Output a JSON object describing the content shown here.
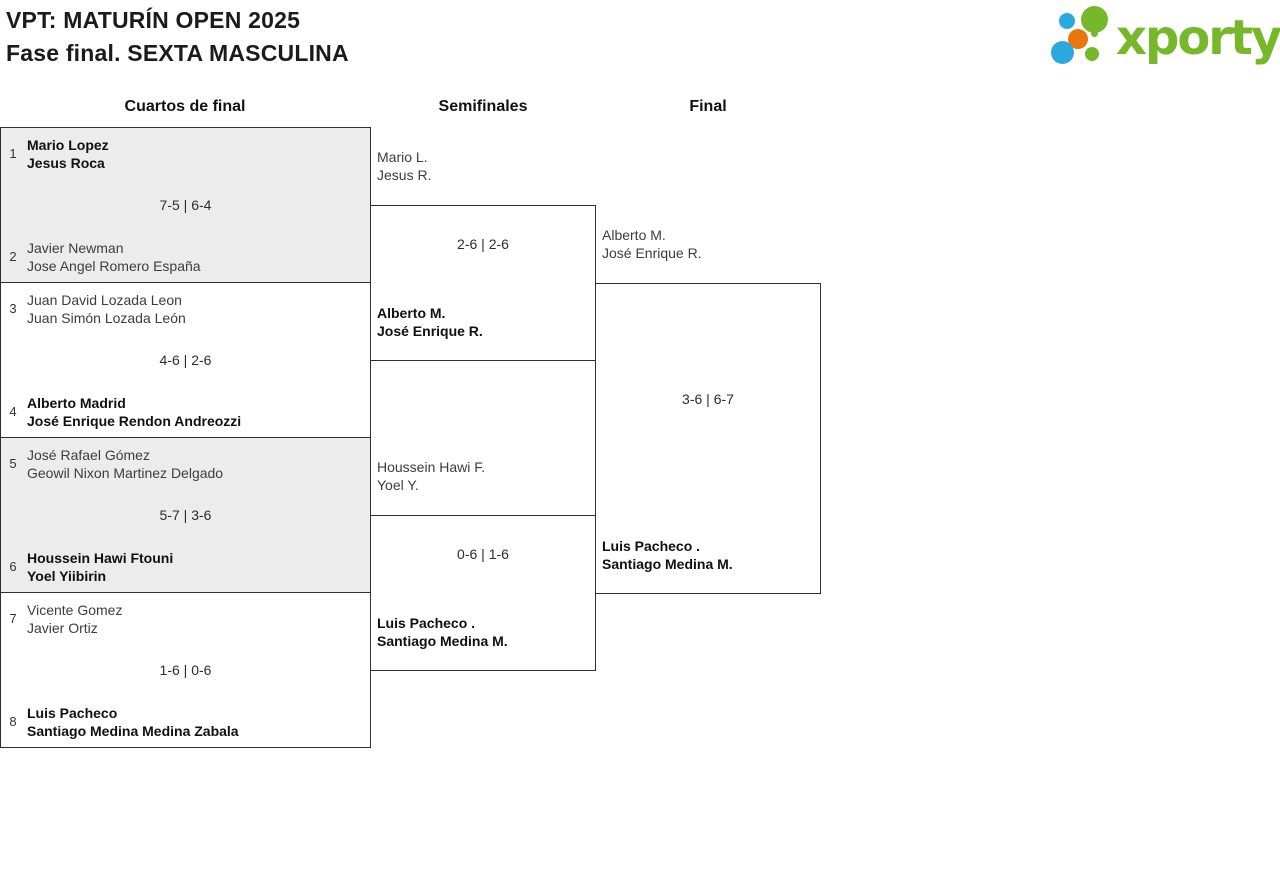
{
  "header": {
    "title_line1": "VPT: MATURÍN OPEN 2025",
    "title_line2": "Fase final. SEXTA MASCULINA"
  },
  "logo": {
    "wordmark": "xporty",
    "colors": {
      "green": "#76b82a",
      "blue": "#29a9e0",
      "orange": "#e8780e"
    }
  },
  "rounds": [
    {
      "label": "Cuartos de final"
    },
    {
      "label": "Semifinales"
    },
    {
      "label": "Final"
    }
  ],
  "bracket": {
    "quarterfinals": [
      {
        "seed_top": "1",
        "team_top": [
          "Mario Lopez",
          "Jesus Roca"
        ],
        "score": "7-5 | 6-4",
        "seed_bottom": "2",
        "team_bottom": [
          "Javier Newman",
          "Jose Angel Romero España"
        ],
        "winner": "top"
      },
      {
        "seed_top": "3",
        "team_top": [
          "Juan David Lozada Leon",
          "Juan Simón Lozada León"
        ],
        "score": "4-6 | 2-6",
        "seed_bottom": "4",
        "team_bottom": [
          "Alberto Madrid",
          "José Enrique Rendon Andreozzi"
        ],
        "winner": "bottom"
      },
      {
        "seed_top": "5",
        "team_top": [
          "José Rafael Gómez",
          "Geowil Nixon Martinez Delgado"
        ],
        "score": "5-7 | 3-6",
        "seed_bottom": "6",
        "team_bottom": [
          "Houssein Hawi Ftouni",
          "Yoel Yiibirin"
        ],
        "winner": "bottom"
      },
      {
        "seed_top": "7",
        "team_top": [
          "Vicente Gomez",
          "Javier Ortiz"
        ],
        "score": "1-6 | 0-6",
        "seed_bottom": "8",
        "team_bottom": [
          "Luis Pacheco",
          "Santiago Medina Medina Zabala"
        ],
        "winner": "bottom"
      }
    ],
    "semifinals": [
      {
        "team_top": [
          "Mario L.",
          "Jesus R."
        ],
        "score": "2-6 | 2-6",
        "team_bottom": [
          "Alberto M.",
          "José Enrique R."
        ],
        "winner": "bottom"
      },
      {
        "team_top": [
          "Houssein Hawi F.",
          "Yoel Y."
        ],
        "score": "0-6 | 1-6",
        "team_bottom": [
          "Luis Pacheco .",
          "Santiago Medina M."
        ],
        "winner": "bottom"
      }
    ],
    "final": {
      "team_top": [
        "Alberto M.",
        "José Enrique R."
      ],
      "score": "3-6 | 6-7",
      "team_bottom": [
        "Luis Pacheco .",
        "Santiago Medina M."
      ],
      "winner": "bottom"
    }
  },
  "colors": {
    "box_border": "#2f2f2f",
    "box_alt_bg": "#ececec",
    "winner_text": "#101010",
    "loser_text": "#3d3d3d"
  }
}
